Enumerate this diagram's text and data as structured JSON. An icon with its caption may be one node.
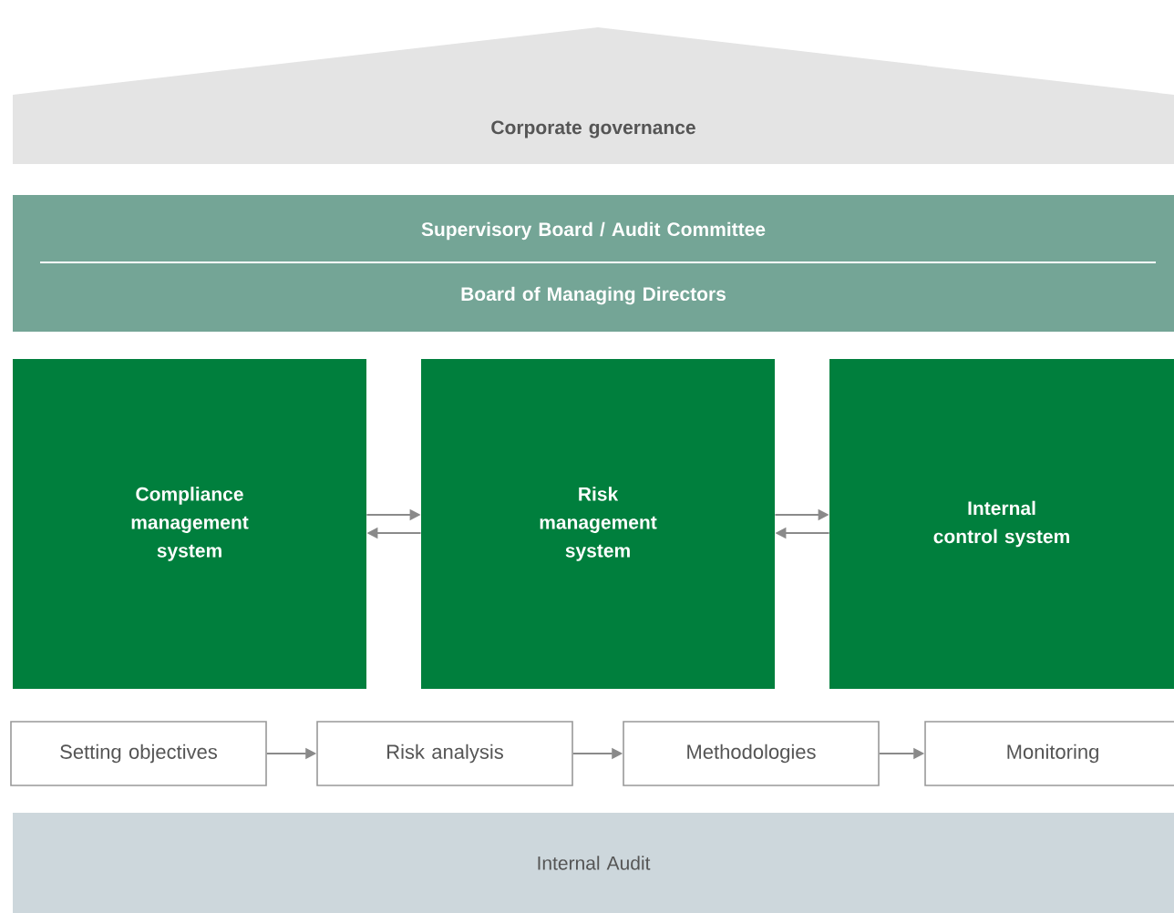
{
  "diagram": {
    "nodes": [
      {
        "text": [
          "Corporate governance"
        ]
      },
      {
        "text": [
          "Supervisory Board / Audit Committee",
          "Board of Managing Directors"
        ]
      },
      {
        "text": [
          "Compliance management system"
        ]
      },
      {
        "text": [
          "Risk management system"
        ]
      },
      {
        "text": [
          "Internal control system"
        ]
      },
      {
        "text": [
          "Setting objectives"
        ]
      },
      {
        "text": [
          "Risk analysis"
        ]
      },
      {
        "text": [
          "Methodologies"
        ]
      },
      {
        "text": [
          "Monitoring"
        ]
      },
      {
        "text": [
          "Internal Audit"
        ]
      }
    ],
    "edges": [
      {
        "from": 2,
        "to": 3,
        "arrow": "to"
      },
      {
        "from": 3,
        "to": 2,
        "arrow": "to"
      },
      {
        "from": 3,
        "to": 4,
        "arrow": "to"
      },
      {
        "from": 4,
        "to": 3,
        "arrow": "to"
      },
      {
        "from": 5,
        "to": 6,
        "arrow": "to"
      },
      {
        "from": 6,
        "to": 7,
        "arrow": "to"
      },
      {
        "from": 7,
        "to": 8,
        "arrow": "to"
      }
    ]
  }
}
